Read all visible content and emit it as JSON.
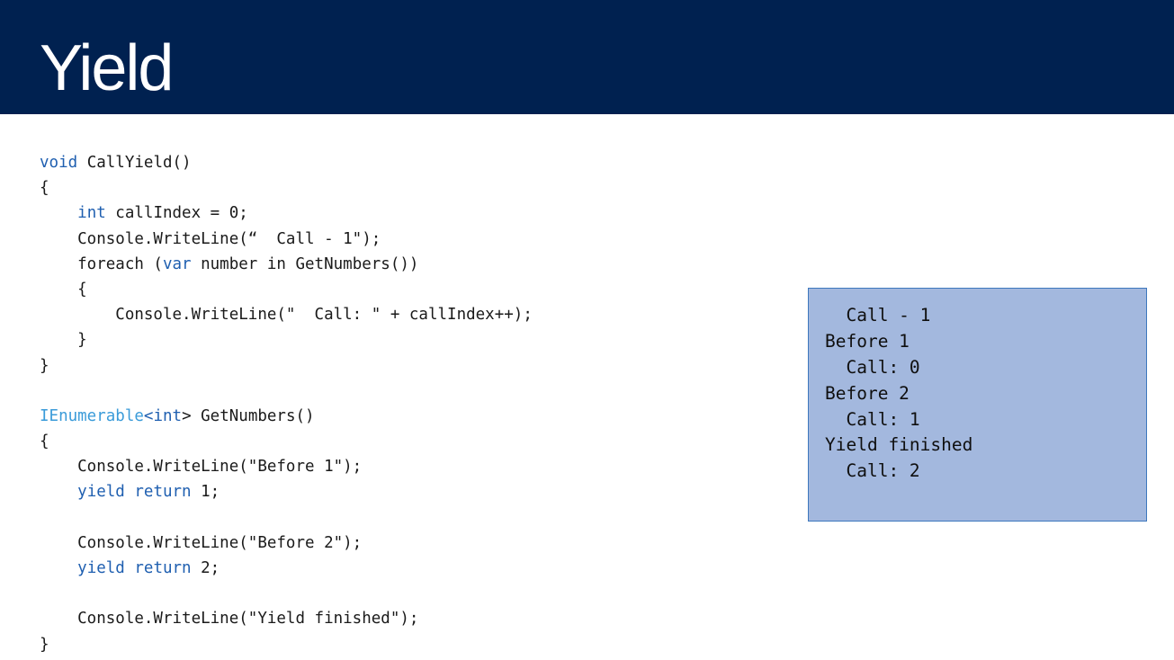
{
  "slide": {
    "title": "Yield"
  },
  "colors": {
    "header_bg": "#002150",
    "keyword": "#1f5fb0",
    "type": "#3a9bd9",
    "output_bg": "#a3b8de",
    "output_border": "#3d77bd"
  },
  "code": {
    "l1_kw": "void",
    "l1_rest": " CallYield()",
    "l2": "{",
    "l3_indent": "    ",
    "l3_kw": "int",
    "l3_rest": " callIndex = 0;",
    "l4": "    Console.WriteLine(“  Call - 1\");",
    "l5_a": "    foreach (",
    "l5_kw": "var",
    "l5_b": " number in GetNumbers())",
    "l6": "    {",
    "l7": "        Console.WriteLine(\"  Call: \" + callIndex++);",
    "l8": "    }",
    "l9": "}",
    "l11_type": "IEnumerable",
    "l11_lt": "<",
    "l11_kw": "int",
    "l11_rest": "> GetNumbers()",
    "l12": "{",
    "l13": "    Console.WriteLine(\"Before 1\");",
    "l14_indent": "    ",
    "l14_kw": "yield return",
    "l14_rest": " 1;",
    "l16": "    Console.WriteLine(\"Before 2\");",
    "l17_indent": "    ",
    "l17_kw": "yield return",
    "l17_rest": " 2;",
    "l19": "    Console.WriteLine(\"Yield finished\");",
    "l20": "}"
  },
  "output": {
    "lines": [
      "  Call - 1",
      "Before 1",
      "  Call: 0",
      "Before 2",
      "  Call: 1",
      "Yield finished",
      "  Call: 2"
    ]
  }
}
